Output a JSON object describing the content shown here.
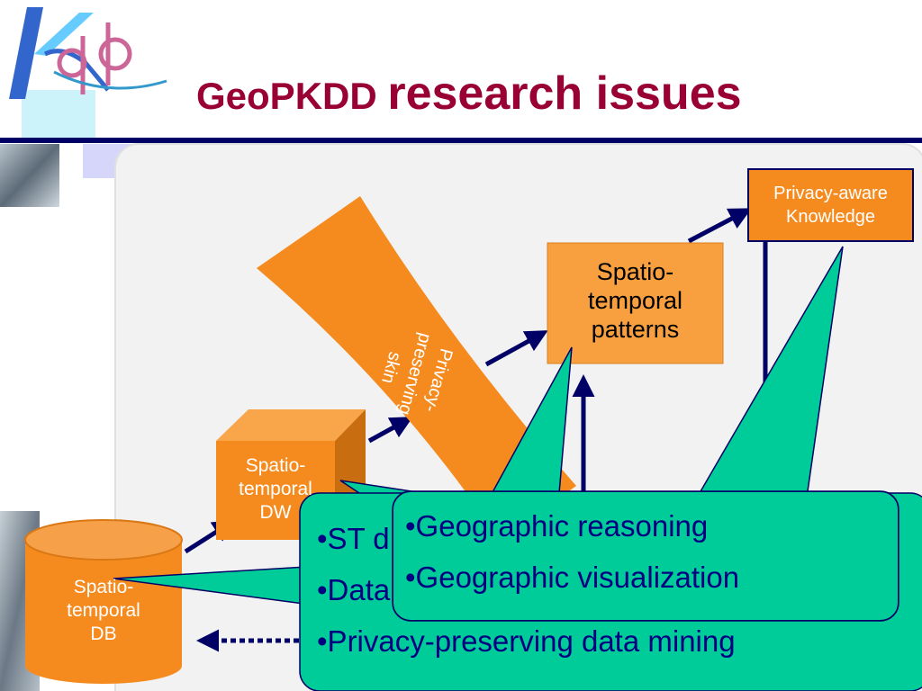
{
  "title": {
    "part1": "GeoPKDD ",
    "part2": "research issues"
  },
  "diagram": {
    "db_label": [
      "Spatio-",
      "temporal",
      "DB"
    ],
    "dw_label": [
      "Spatio-",
      "temporal",
      "DW"
    ],
    "skin_label": [
      "Privacy-",
      "preserving",
      "skin"
    ],
    "patterns_label": [
      "Spatio-",
      "temporal",
      "patterns"
    ],
    "knowledge_label": [
      "Privacy-aware",
      "Knowledge"
    ]
  },
  "callout_back": {
    "items": [
      "•ST d",
      "•Data",
      "•Privacy-preserving data mining"
    ]
  },
  "callout_front": {
    "items": [
      "•Geographic reasoning",
      "•Geographic visualization"
    ]
  },
  "colors": {
    "title": "#990033",
    "orange": "#F58B1F",
    "callout_fill": "#00CC99",
    "navy": "#000066"
  }
}
